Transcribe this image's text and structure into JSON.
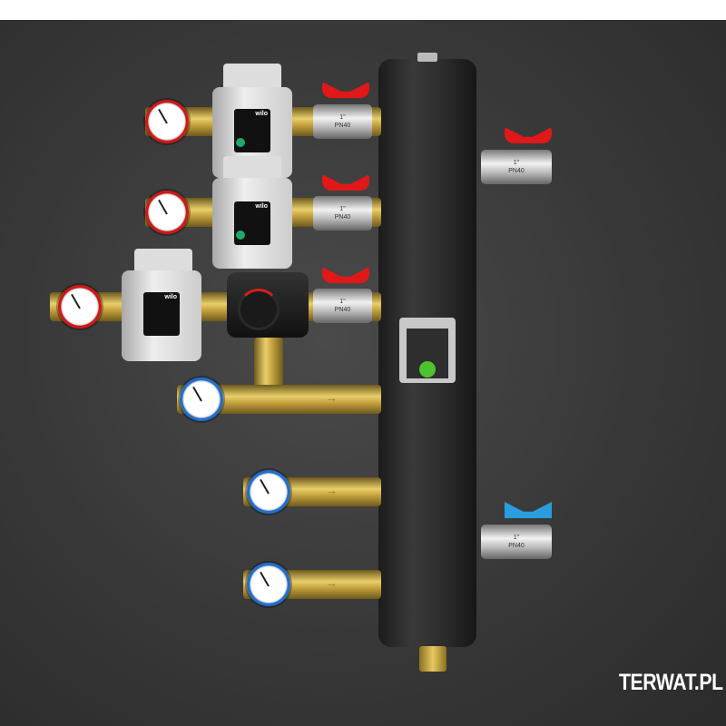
{
  "watermark": "TERWAT.PL",
  "pump_brand": "wilo",
  "valve_size": "1\"",
  "valve_pressure": "PN40",
  "colors": {
    "background": "#383838",
    "hot_handle": "#e01818",
    "cold_handle": "#2a9de0",
    "brass": "#e9cf6a",
    "sight_indicator": "#4cc430"
  },
  "icons": [
    "flow-arrow-icon"
  ],
  "arrow_glyph": "→"
}
